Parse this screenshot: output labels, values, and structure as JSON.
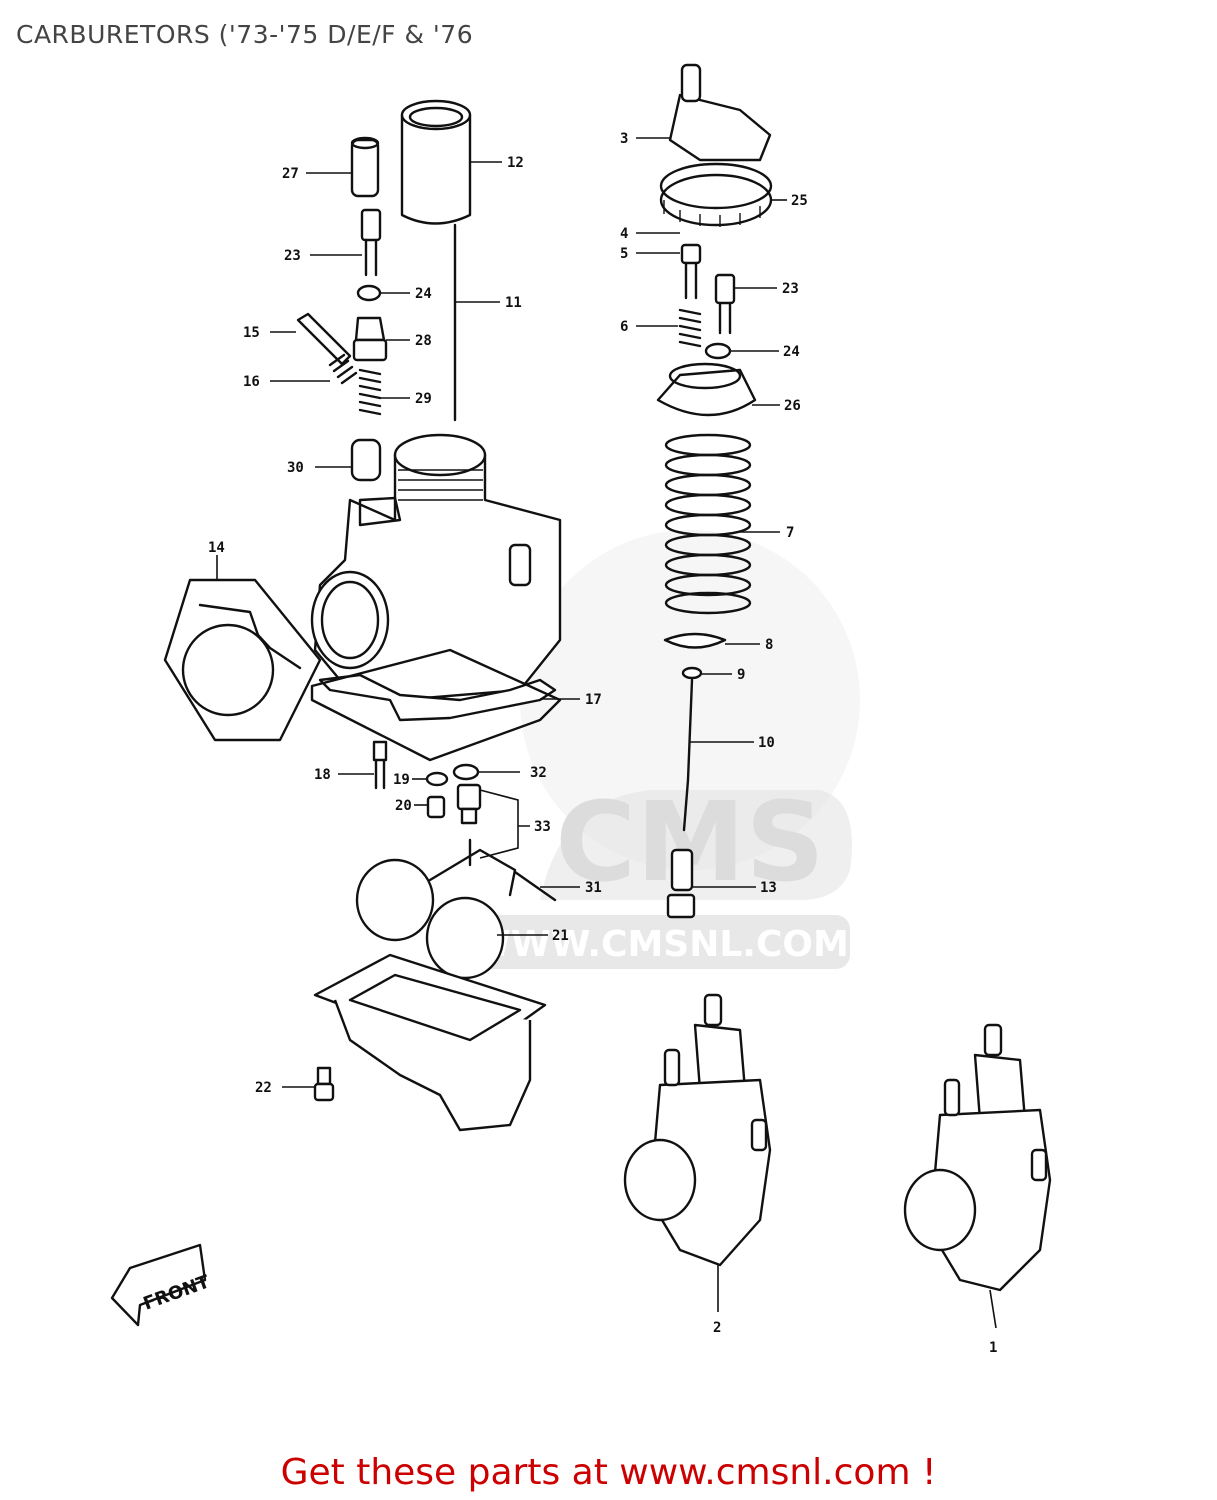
{
  "title": "CARBURETORS ('73-'75 D/E/F & '76",
  "cta": "Get these parts at www.cmsnl.com !",
  "watermark": {
    "logo": "CMS",
    "url": "WWW.CMSNL.COM"
  },
  "front_label": "FRONT",
  "colors": {
    "cta": "#cc0000",
    "title": "#444444",
    "watermark": "#e4e4e4",
    "ink": "#111111"
  },
  "callouts": [
    "1",
    "2",
    "3",
    "4",
    "5",
    "6",
    "7",
    "8",
    "9",
    "10",
    "11",
    "12",
    "13",
    "14",
    "15",
    "16",
    "17",
    "18",
    "19",
    "20",
    "21",
    "22",
    "23",
    "23",
    "24",
    "24",
    "25",
    "26",
    "27",
    "28",
    "29",
    "30",
    "31",
    "32",
    "33"
  ]
}
